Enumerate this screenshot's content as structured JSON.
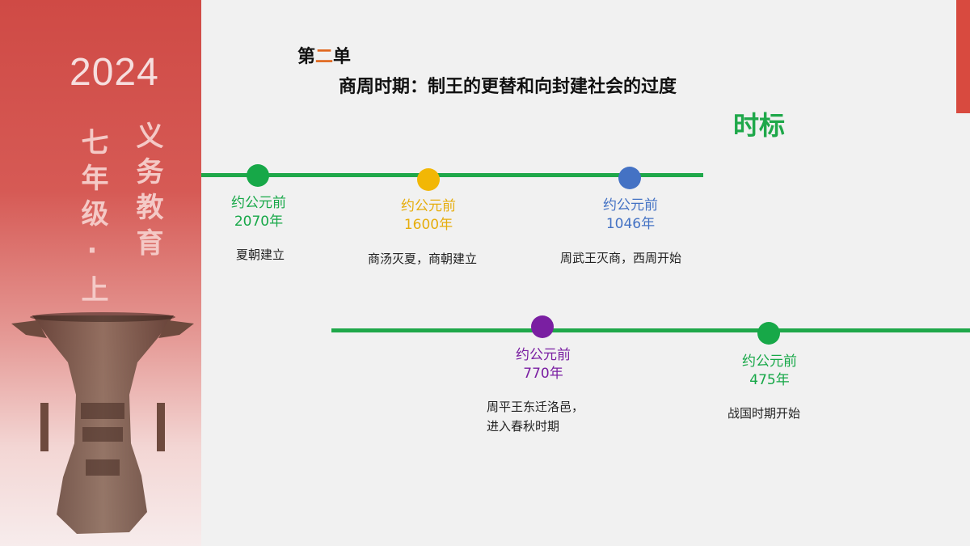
{
  "sidebar": {
    "year": "2024",
    "grade": "七年级·上",
    "education": "义务教育"
  },
  "header": {
    "unit_prefix": "第",
    "unit_number": "二",
    "unit_suffix": "单",
    "subtitle": "商周时期：制王的更替和向封建社会的过度",
    "timeline_title": "时标"
  },
  "colors": {
    "line": "#1fa84a",
    "accent": "#d84a3f",
    "unit_number": "#e0661c"
  },
  "timeline": [
    {
      "label": "约公元前",
      "year": "2070年",
      "event": "夏朝建立",
      "color": "#17a848"
    },
    {
      "label": "约公元前",
      "year": "1600年",
      "event": "商汤灭夏，商朝建立",
      "color": "#f2b705"
    },
    {
      "label": "约公元前",
      "year": "1046年",
      "event": "周武王灭商，西周开始",
      "color": "#4472c4"
    },
    {
      "label": "约公元前",
      "year": "770年",
      "event_line1": "周平王东迁洛邑，",
      "event_line2": "进入春秋时期",
      "color": "#7a1fa2"
    },
    {
      "label": "约公元前",
      "year": "475年",
      "event": "战国时期开始",
      "color": "#17a848"
    }
  ]
}
